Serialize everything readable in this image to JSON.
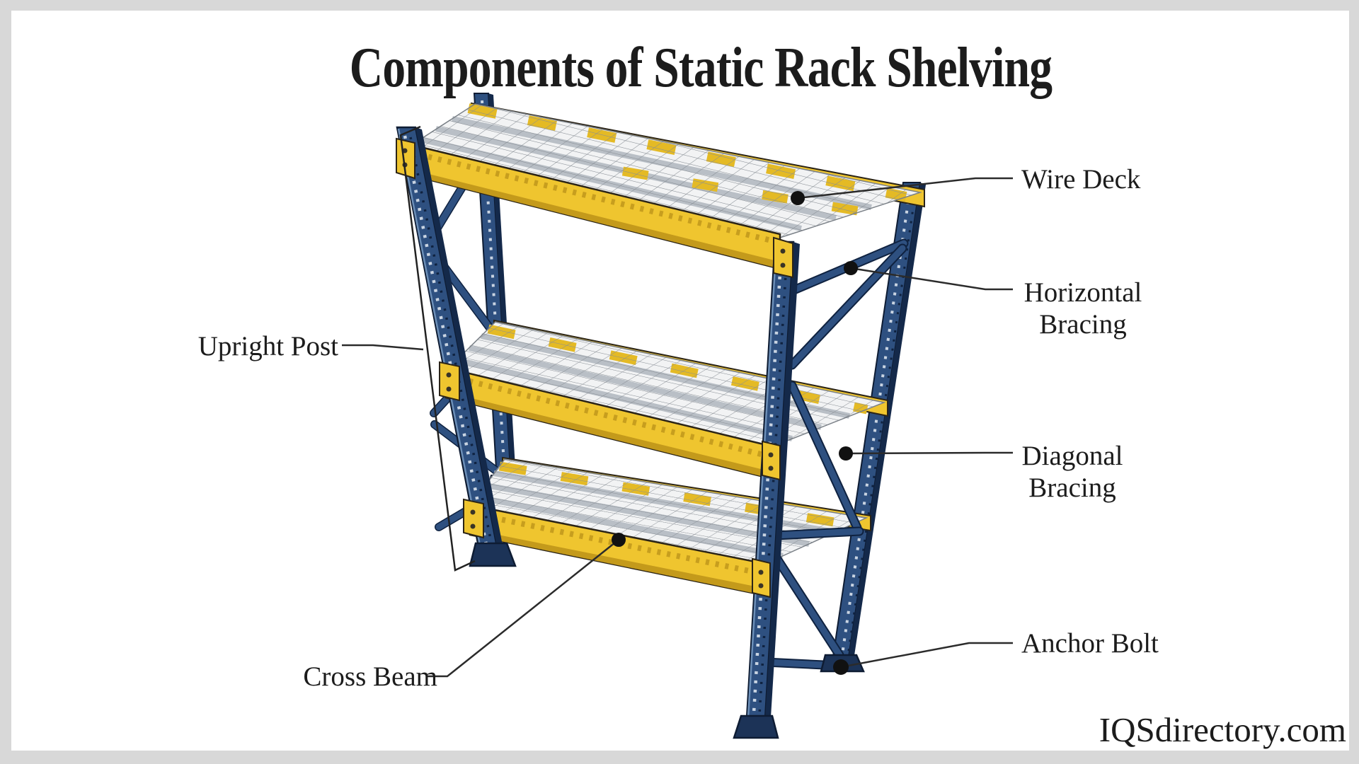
{
  "page": {
    "frame_color": "#d8d8d8",
    "canvas_color": "#ffffff"
  },
  "title": "Components of Static Rack Shelving",
  "watermark": "IQSdirectory.com",
  "diagram": {
    "labels": {
      "wire_deck": "Wire Deck",
      "horizontal_bracing": [
        "Horizontal",
        "Bracing"
      ],
      "diagonal_bracing": [
        "Diagonal",
        "Bracing"
      ],
      "anchor_bolt": "Anchor Bolt",
      "upright_post": "Upright Post",
      "cross_beam": "Cross Beam"
    },
    "colors": {
      "beam_yellow": "#EFC52F",
      "beam_yellow_dark": "#C49A1B",
      "beam_outline": "#2B2417",
      "post_blue": "#2E5080",
      "post_blue_dark": "#14294A",
      "post_highlight": "#6C8FB8",
      "mesh_wire": "#878D94",
      "mesh_channel": "#B9BFC6",
      "mesh_background": "#F2F3F4",
      "leader": "#2B2B2B",
      "text": "#1C1C1C"
    }
  }
}
